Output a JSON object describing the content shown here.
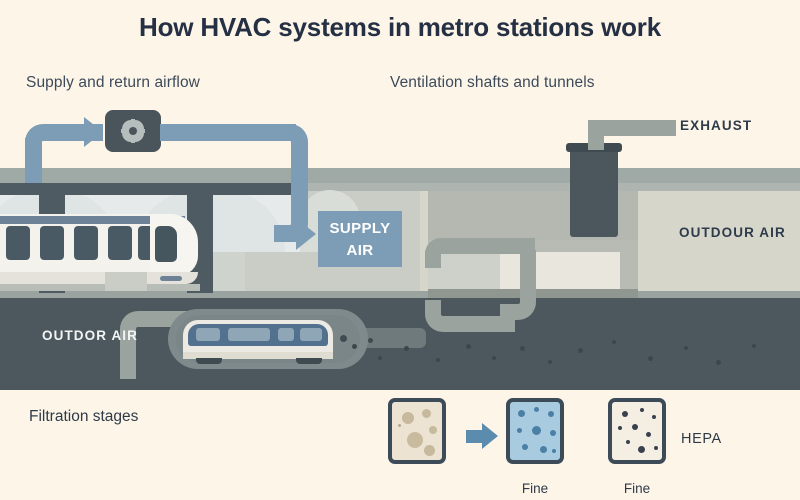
{
  "title": "How HVAC systems in metro stations work",
  "sections": {
    "left_subhead": "Supply and return airflow",
    "right_subhead": "Ventilation shafts and tunnels",
    "filtration_subhead": "Filtration stages"
  },
  "scene_labels": {
    "exhaust": "EXHAUST",
    "outdoor_air_right": "OUTDOUR AIR",
    "outdoor_air_tunnel": "OUTDOR AIR",
    "supply_air_line1": "SUPPLY",
    "supply_air_line2": "AIR"
  },
  "filtration": {
    "stages": [
      {
        "label": "",
        "fill": "#ece3d3",
        "dot_color": "#c7b99b"
      },
      {
        "label": "Fine",
        "fill": "#a8cbe0",
        "dot_color": "#4a7fa6"
      },
      {
        "label": "Fine",
        "fill": "#f5efe3",
        "dot_color": "#39414e"
      }
    ],
    "final_label": "HEPA"
  },
  "icons": {
    "fan": "fan-impeller-icon",
    "arrow_supply": "arrow-right-icon",
    "arrow_filter": "arrow-right-icon"
  },
  "colors": {
    "background": "#fdf6e8",
    "title_text": "#253044",
    "duct_supply": "#7d9cb5",
    "duct_exhaust": "#9aa39d",
    "tunnel": "#4d585e",
    "station_floor": "#d6d6cb",
    "accent_blue": "#5b8cae",
    "structure_dark": "#4e5b62"
  }
}
